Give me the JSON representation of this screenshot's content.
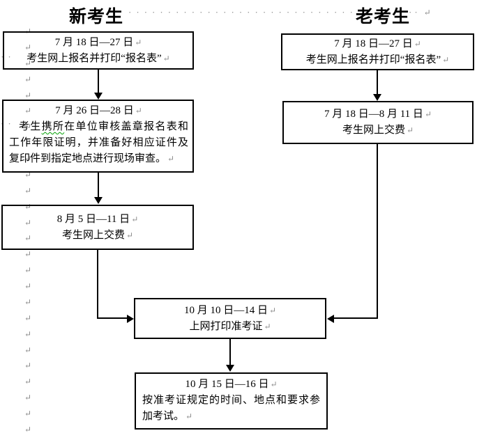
{
  "title": {
    "new": "新考生",
    "old": "老考生"
  },
  "marks": {
    "pilcrow": "↵",
    "leader_dot": "·",
    "leader_dot_count": 29,
    "margin_pilcrow_count": 26,
    "space_dots": "··"
  },
  "flow": {
    "left": [
      {
        "date": "7 月 18 日—27 日",
        "line": "考生网上报名并打印“报名表”"
      },
      {
        "date": "7 月 26 日—28 日",
        "seg_pre": "考生",
        "seg_wavy": "携所",
        "seg_post": "在单位审核盖章报名表和",
        "line2": "工作年限证明，并准备好相应证件及",
        "line3": "复印件到指定地点进行现场审查。"
      },
      {
        "date": "8 月 5 日—11 日",
        "line": "考生网上交费"
      }
    ],
    "right": [
      {
        "date": "7 月 18 日—27 日",
        "line": "考生网上报名并打印“报名表”"
      },
      {
        "date": "7 月 18 日—8 月 11 日",
        "line": "考生网上交费"
      }
    ],
    "merge": {
      "date": "10 月 10 日—14 日",
      "line": "上网打印准考证"
    },
    "final": {
      "date": "10 月 15 日—16 日",
      "line1": "按准考证规定的时间、地点和要求参",
      "line2": "加考试。"
    }
  },
  "colors": {
    "text": "#000000",
    "border": "#000000",
    "formatting_mark": "#8a8a8a",
    "grammar_wavy": "#00a000",
    "background": "#ffffff"
  }
}
